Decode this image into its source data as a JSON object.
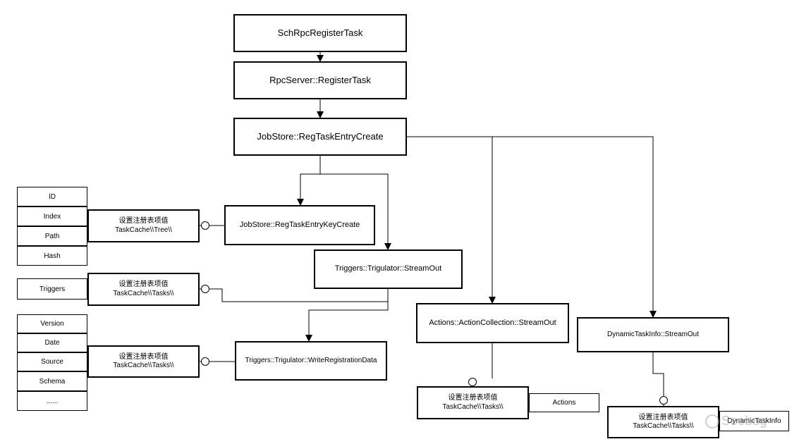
{
  "nodes": {
    "sch": "SchRpcRegisterTask",
    "rpc": "RpcServer::RegisterTask",
    "regTaskEntryCreate": "JobStore::RegTaskEntryCreate",
    "regTaskEntryKeyCreate": "JobStore::RegTaskEntryKeyCreate",
    "triggersStreamOut": "Triggers::Trigulator::StreamOut",
    "writeRegistrationData": "Triggers::Trigulator::WriteRegistrationData",
    "actionsStreamOut": "Actions::ActionCollection::StreamOut",
    "dynamicStreamOut": "DynamicTaskInfo::StreamOut"
  },
  "registry": {
    "set_value": "设置注册表项值",
    "tree_path": "TaskCache\\\\Tree\\\\",
    "tasks_path": "TaskCache\\\\Tasks\\\\"
  },
  "tree_fields": [
    "ID",
    "Index",
    "Path",
    "Hash"
  ],
  "triggers_field": "Triggers",
  "tasks_fields": [
    "Version",
    "Date",
    "Source",
    "Schema",
    "......"
  ],
  "actions_field": "Actions",
  "dynamic_field": "DynamicTaskInfo",
  "watermark": "Seebug"
}
